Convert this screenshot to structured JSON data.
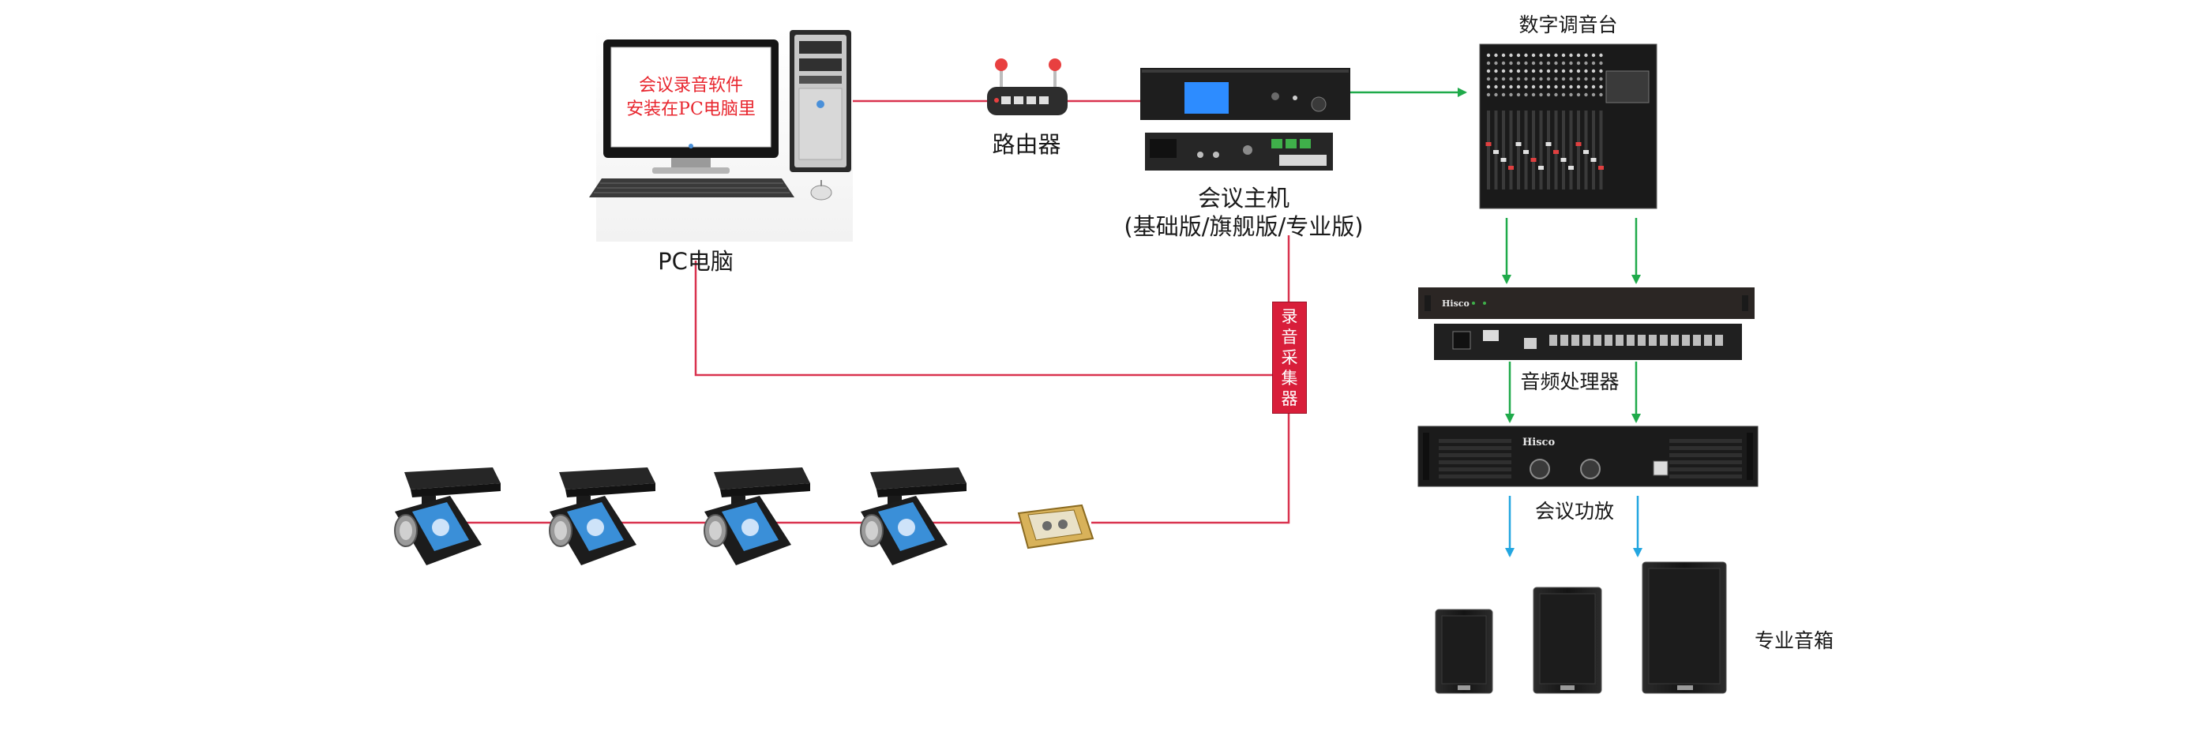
{
  "labels": {
    "pc": "PC电脑",
    "router": "路由器",
    "host_line1": "会议主机",
    "host_line2": "(基础版/旗舰版/专业版)",
    "mixer": "数字调音台",
    "processor": "音频处理器",
    "amplifier": "会议功放",
    "speakers": "专业音箱"
  },
  "screen": {
    "line1": "会议录音软件",
    "line2": "安装在PC电脑里"
  },
  "recorder": [
    "录",
    "音",
    "采",
    "集",
    "器"
  ],
  "brands": {
    "processor": "Hisco",
    "amplifier": "Hisco"
  },
  "colors": {
    "network_line": "#d9334f",
    "audio_arrow": "#1faa4a",
    "speaker_arrow": "#23a6e0",
    "device_dark": "#1c1c1c"
  }
}
